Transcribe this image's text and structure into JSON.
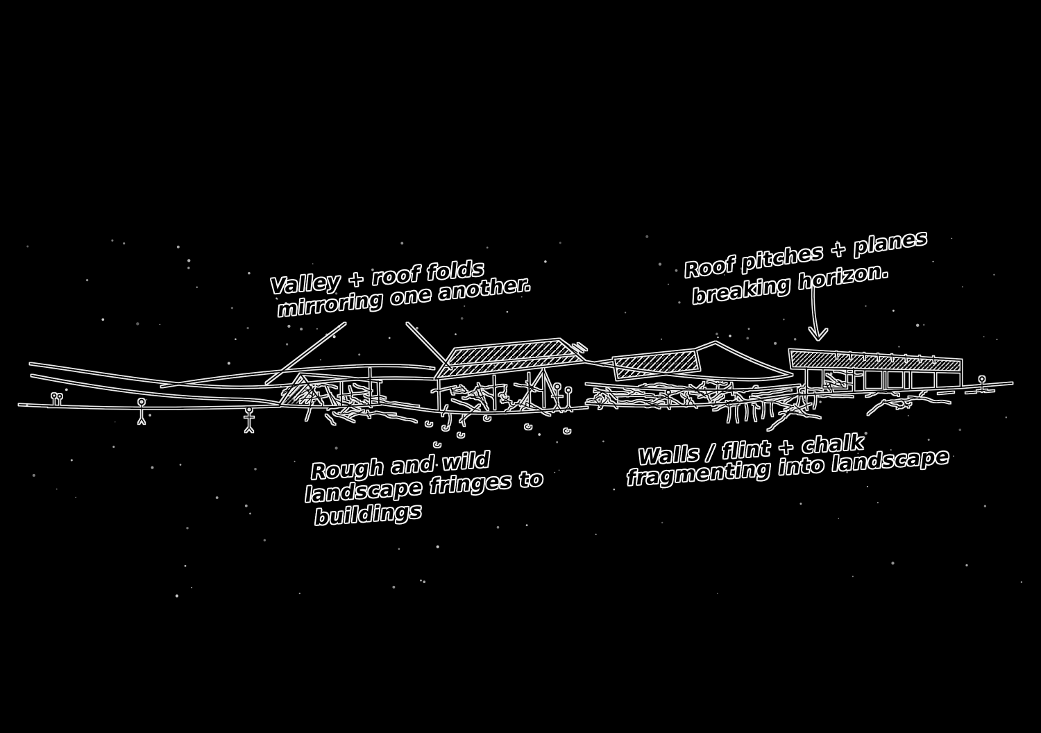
{
  "colors": {
    "background": "#000000",
    "ink": "#000000",
    "halo": "#ffffff"
  },
  "annotations": {
    "valley": {
      "line1": "Valley + roof folds",
      "line2": "mirroring one another."
    },
    "roofPitches": {
      "line1": "Roof pitches + planes",
      "line2": "breaking horizon."
    },
    "roughWild": {
      "line1": "Rough and wild",
      "line2": "landscape fringes to",
      "line3": "buildings"
    },
    "wallsFlint": {
      "line1": "Walls / flint + chalk",
      "line2": "fragmenting into landscape"
    }
  }
}
